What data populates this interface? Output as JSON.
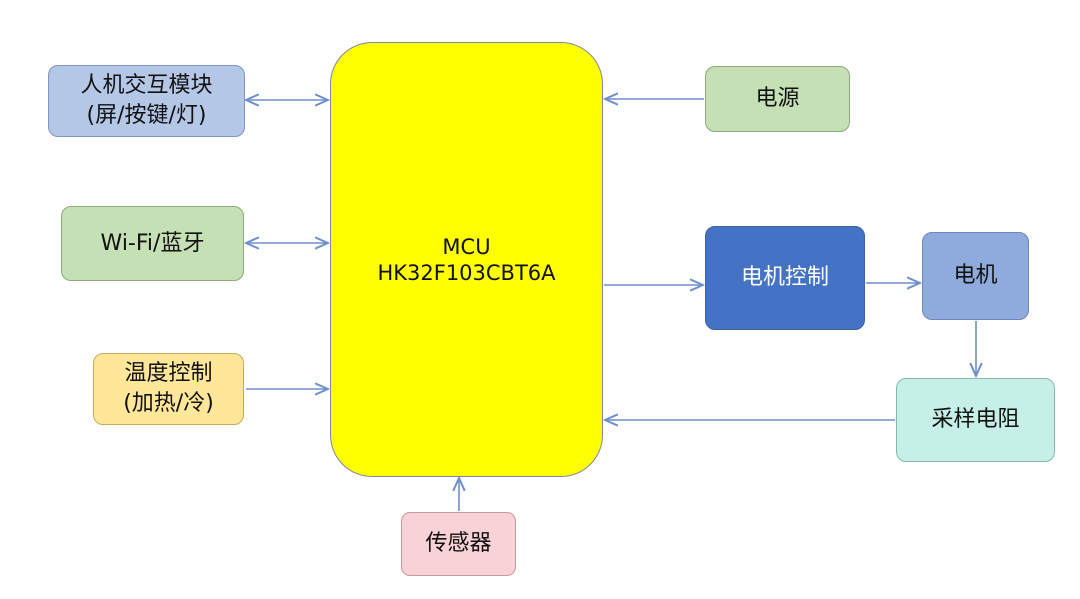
{
  "mcu": {
    "line1": "MCU",
    "line2": "HK32F103CBT6A"
  },
  "hmi": {
    "line1": "人机交互模块",
    "line2": "(屏/按键/灯)"
  },
  "wifi": {
    "label": "Wi-Fi/蓝牙"
  },
  "temp": {
    "line1": "温度控制",
    "line2": "(加热/冷)"
  },
  "sensor": {
    "label": "传感器"
  },
  "power": {
    "label": "电源"
  },
  "motor_control": {
    "label": "电机控制"
  },
  "motor": {
    "label": "电机"
  },
  "sampling_resistor": {
    "label": "采样电阻"
  },
  "colors": {
    "mcu": "#ffff00",
    "arrow": "#6f8fce",
    "motor_control": "#4472c4",
    "motor": "#8faadc"
  }
}
